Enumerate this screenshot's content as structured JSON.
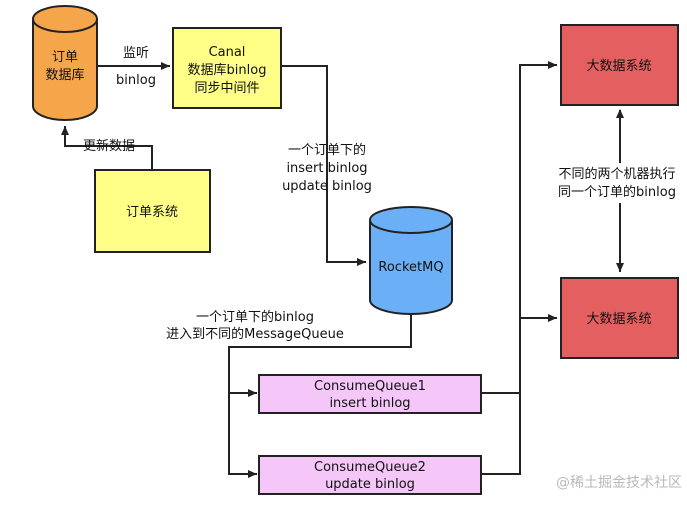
{
  "nodes": {
    "order_db": {
      "line1": "订单",
      "line2": "数据库"
    },
    "canal": {
      "line1": "Canal",
      "line2": "数据库binlog",
      "line3": "同步中间件"
    },
    "order_system": {
      "label": "订单系统"
    },
    "rocketmq": {
      "label": "RocketMQ"
    },
    "bigdata_top": {
      "label": "大数据系统"
    },
    "bigdata_bottom": {
      "label": "大数据系统"
    },
    "consume_queue_1": {
      "line1": "ConsumeQueue1",
      "line2": "insert binlog"
    },
    "consume_queue_2": {
      "line1": "ConsumeQueue2",
      "line2": "update binlog"
    }
  },
  "edges": {
    "listen": {
      "line1": "监听",
      "line2": "binlog"
    },
    "update_data": {
      "label": "更新数据"
    },
    "canal_to_mq": {
      "line1": "一个订单下的",
      "line2": "insert binlog",
      "line3": "update binlog"
    },
    "mq_to_queues": {
      "line1": "一个订单下的binlog",
      "line2": "进入到不同的MessageQueue"
    },
    "bigdata_note": {
      "line1": "不同的两个机器执行",
      "line2": "同一个订单的binlog"
    }
  },
  "watermark": "@稀土掘金技术社区",
  "colors": {
    "db_orange": "#F5A54A",
    "yellow_box": "#FFFF88",
    "mq_blue": "#6BAFF7",
    "red_box": "#E46060",
    "queue_pink": "#F4C7F8"
  }
}
